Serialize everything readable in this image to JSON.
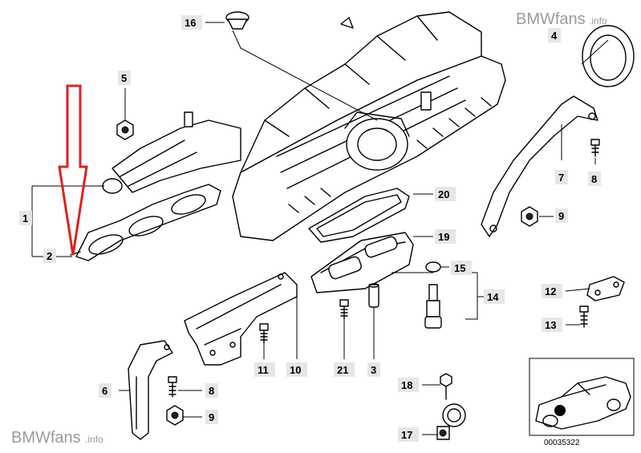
{
  "watermark_top": "BMWfans",
  "watermark_top_suffix": ".info",
  "watermark_bottom": "BMWfans",
  "watermark_bottom_suffix": ".info",
  "diagram_number": "00035322",
  "callouts": {
    "c1": "1",
    "c2": "2",
    "c3": "3",
    "c4": "4",
    "c5": "5",
    "c6": "6",
    "c7": "7",
    "c8a": "8",
    "c8b": "8",
    "c9a": "9",
    "c9b": "9",
    "c10": "10",
    "c11": "11",
    "c12": "12",
    "c13": "13",
    "c14": "14",
    "c15": "15",
    "c16": "16",
    "c17": "17",
    "c18": "18",
    "c19": "19",
    "c20": "20",
    "c21": "21"
  },
  "colors": {
    "arrow": "#e02020",
    "callout_bg": "#e6e6e6",
    "watermark": "#9a9a9a"
  }
}
